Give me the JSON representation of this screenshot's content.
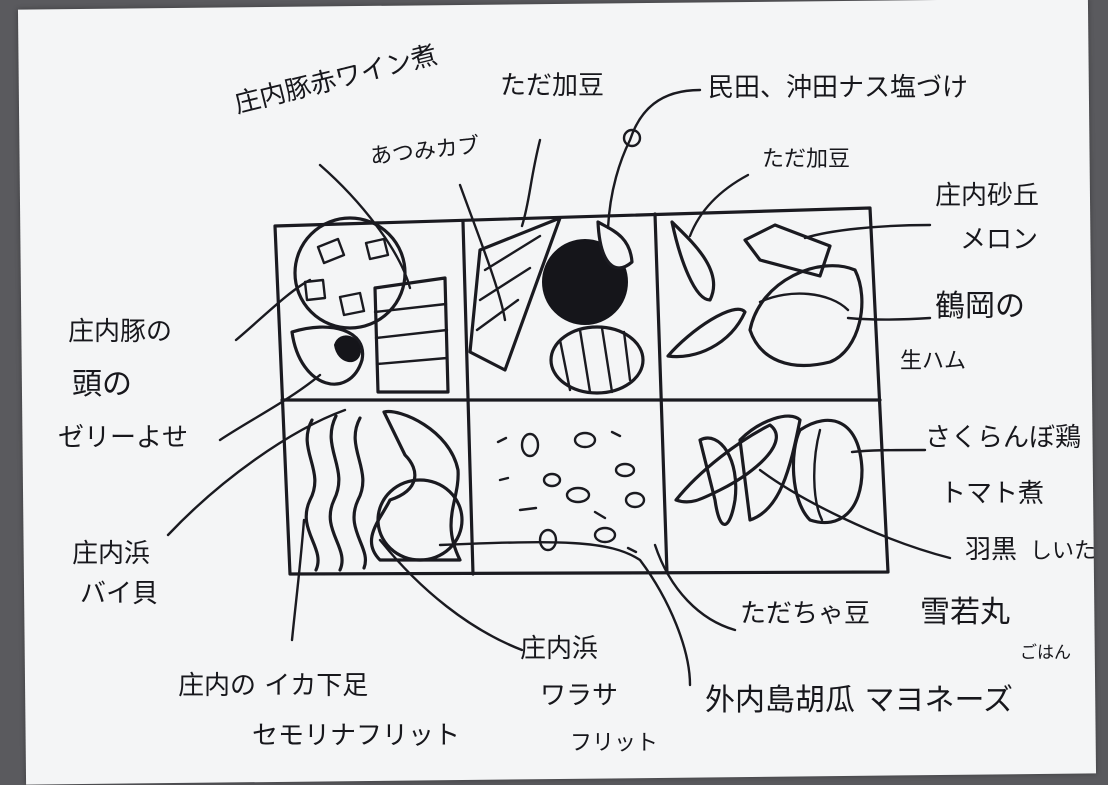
{
  "labels": {
    "pork_wine": "庄内豚赤ワイン煮",
    "dadacha_top": "ただ加豆",
    "atsumi_turnip": "あつみカブ",
    "eggplant": "民田、沖田ナス塩づけ",
    "dadacha_right": "ただ加豆",
    "melon_1": "庄内砂丘",
    "melon_2": "メロン",
    "ham_1": "鶴岡の",
    "ham_2": "生ハム",
    "jelly_1": "庄内豚の",
    "jelly_2": "頭の",
    "jelly_3": "ゼリーよせ",
    "chicken_1": "さくらんぼ鶏",
    "chicken_2": "トマト煮",
    "haguro_1": "羽黒",
    "haguro_2": "しいた",
    "shell_1": "庄内浜",
    "shell_2": "バイ貝",
    "dadacha_bottom": "ただちゃ豆",
    "rice_1": "雪若丸",
    "rice_2": "ごはん",
    "squid_1": "庄内の イカ下足",
    "squid_2": "セモリナフリット",
    "wrasse_1": "庄内浜",
    "wrasse_2": "ワラサ",
    "wrasse_3": "フリット",
    "cucumber": "外内島胡瓜 マヨネーズ"
  },
  "colors": {
    "ink": "#1a1a20",
    "paper": "#f4f5f6",
    "background": "#5a5a5e"
  }
}
